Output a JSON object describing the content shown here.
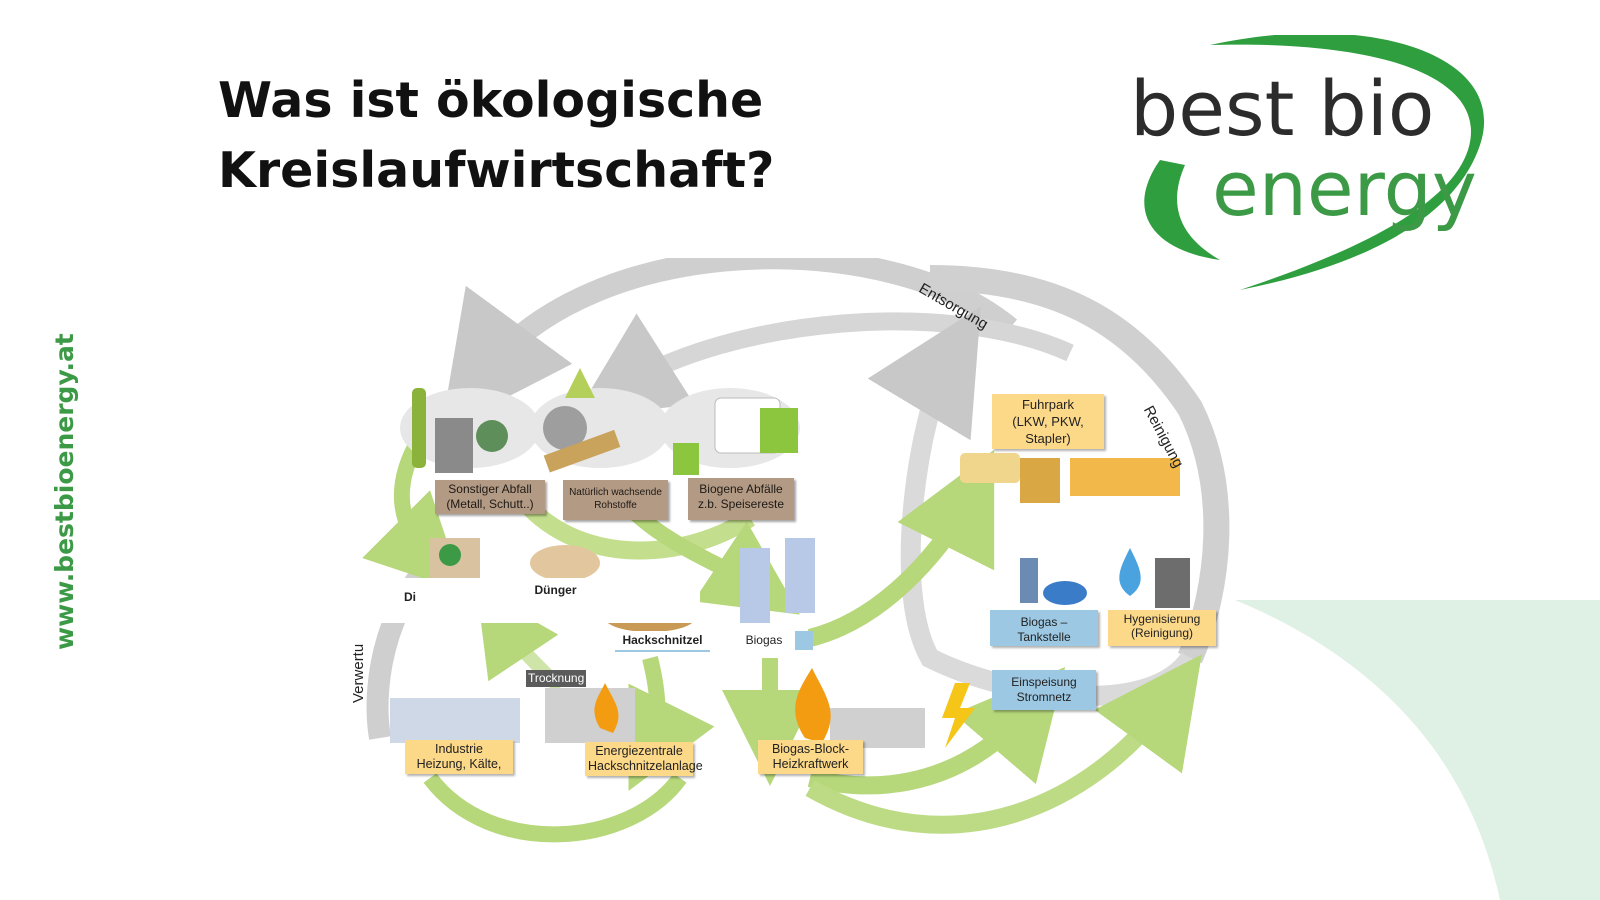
{
  "slide": {
    "title_line1": "Was ist ökologische",
    "title_line2": "Kreislaufwirtschaft?",
    "website": "www.bestbioenergy.at"
  },
  "logo": {
    "line1": "best bio",
    "line2": "energy",
    "brand_green": "#3c9a46",
    "brand_dark": "#2c2c2c"
  },
  "diagram": {
    "process_labels": {
      "entsorgung": "Entsorgung",
      "reinigung": "Reinigung",
      "verwertung": "Verwertu"
    },
    "sources": {
      "sonstiger_abfall_line1": "Sonstiger Abfall",
      "sonstiger_abfall_line2": "(Metall, Schutt..)",
      "natuerlich_line1": "Natürlich wachsende",
      "natuerlich_line2": "Rohstoffe",
      "biogene_line1": "Biogene Abfälle",
      "biogene_line2": "z.b. Speisereste"
    },
    "products": {
      "di": "Di",
      "duenger": "Dünger",
      "hackschnitzel": "Hackschnitzel",
      "biogas": "Biogas",
      "trocknung": "Trocknung"
    },
    "plants": {
      "industrie_line1": "Industrie",
      "industrie_line2": "Heizung, Kälte,",
      "energiezentrale_line1": "Energiezentrale",
      "energiezentrale_line2": "Hackschnitzelanlage",
      "bhkw_line1": "Biogas-Block-",
      "bhkw_line2": "Heizkraftwerk"
    },
    "right": {
      "fuhrpark_line1": "Fuhrpark",
      "fuhrpark_line2": "(LKW, PKW, Stapler)",
      "tankstelle": "Biogas – Tankstelle",
      "hygienisierung_line1": "Hygenisierung",
      "hygienisierung_line2": "(Reinigung)",
      "einspeisung_line1": "Einspeisung",
      "einspeisung_line2": "Stromnetz"
    },
    "colors": {
      "gray_arrow": "#c8c8c8",
      "green_arrow": "#b6d77a",
      "label_brown": "#b39a84",
      "label_yellow": "#fcd889",
      "label_blue": "#9cc8e3"
    }
  }
}
